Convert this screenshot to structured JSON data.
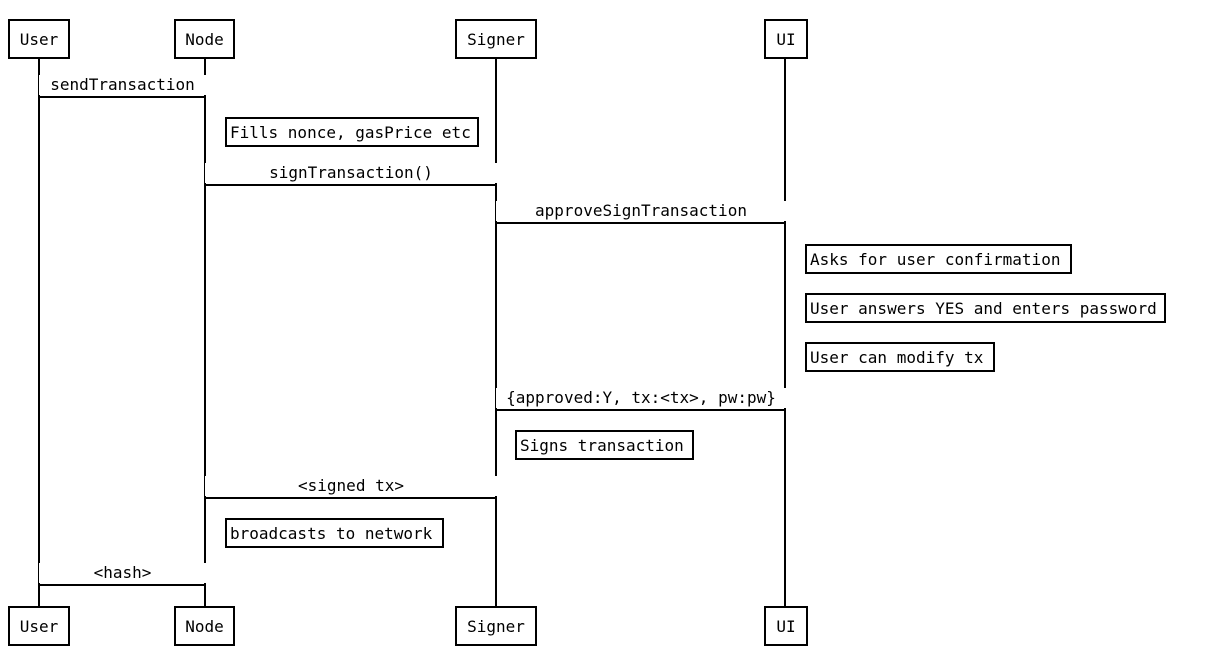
{
  "diagram": {
    "type": "sequence-diagram",
    "background": "#ffffff",
    "line_color": "#000000",
    "actors": [
      {
        "label": "User"
      },
      {
        "label": "Node"
      },
      {
        "label": "Signer"
      },
      {
        "label": "UI"
      }
    ],
    "messages": [
      {
        "from": "User",
        "to": "Node",
        "label": "sendTransaction"
      },
      {
        "from": "Node",
        "to": "Signer",
        "label": "signTransaction()"
      },
      {
        "from": "Signer",
        "to": "UI",
        "label": "approveSignTransaction"
      },
      {
        "from": "UI",
        "to": "Signer",
        "label": "{approved:Y, tx:<tx>, pw:pw}"
      },
      {
        "from": "Signer",
        "to": "Node",
        "label": "<signed tx>"
      },
      {
        "from": "Node",
        "to": "User",
        "label": "<hash>"
      }
    ],
    "notes": [
      {
        "actor": "Node",
        "label": "Fills nonce, gasPrice etc"
      },
      {
        "actor": "UI",
        "label": "Asks for user confirmation"
      },
      {
        "actor": "UI",
        "label": "User answers YES and enters password"
      },
      {
        "actor": "UI",
        "label": "User can modify tx"
      },
      {
        "actor": "Signer",
        "label": "Signs transaction"
      },
      {
        "actor": "Node",
        "label": "broadcasts to network"
      }
    ]
  }
}
